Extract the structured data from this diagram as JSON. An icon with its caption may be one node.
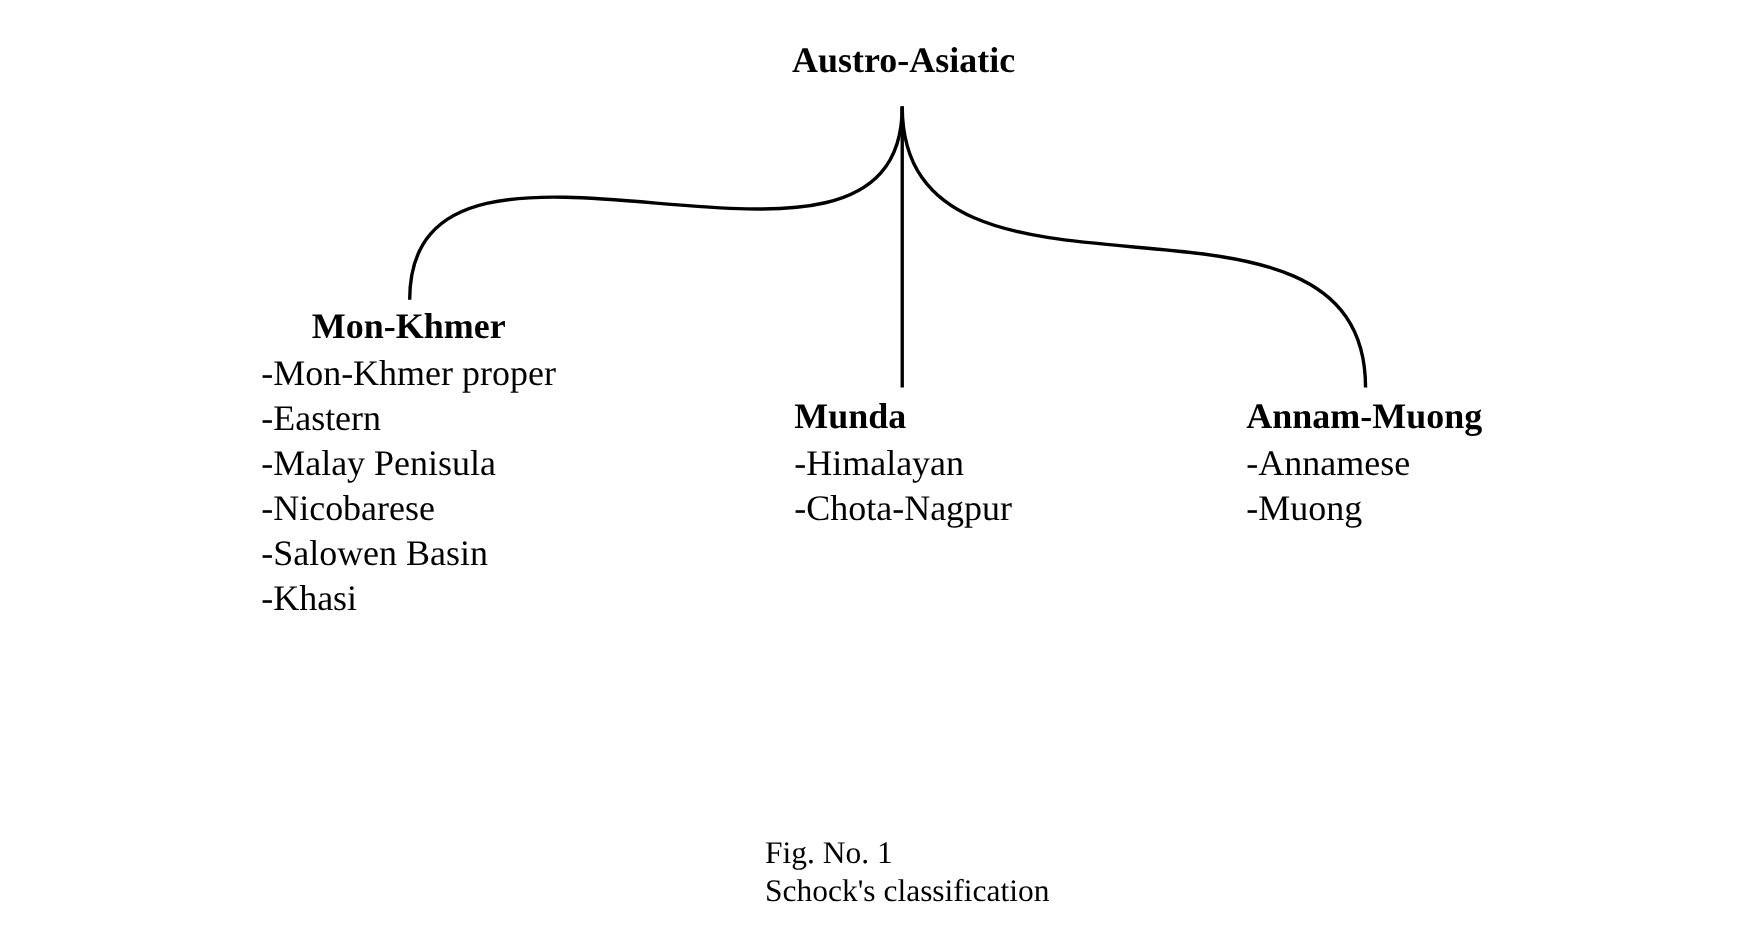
{
  "diagram": {
    "nodes": [
      {
        "text": [
          "Austro-Asiatic"
        ]
      },
      {
        "text": [
          "Mon-Khmer",
          "-Mon-Khmer proper",
          "-Eastern",
          "-Malay Penisula",
          "-Nicobarese",
          "-Salowen Basin",
          "-Khasi"
        ]
      },
      {
        "text": [
          "Munda",
          "-Himalayan",
          "-Chota-Nagpur"
        ]
      },
      {
        "text": [
          "Annam-Muong",
          "-Annamese",
          "-Muong"
        ]
      }
    ],
    "edges": [
      {
        "from": 0,
        "to": 1,
        "arrow": "none"
      },
      {
        "from": 0,
        "to": 2,
        "arrow": "none"
      },
      {
        "from": 0,
        "to": 3,
        "arrow": "none"
      }
    ],
    "labels": [
      "Fig. No. 1",
      "Schock's classification"
    ]
  }
}
